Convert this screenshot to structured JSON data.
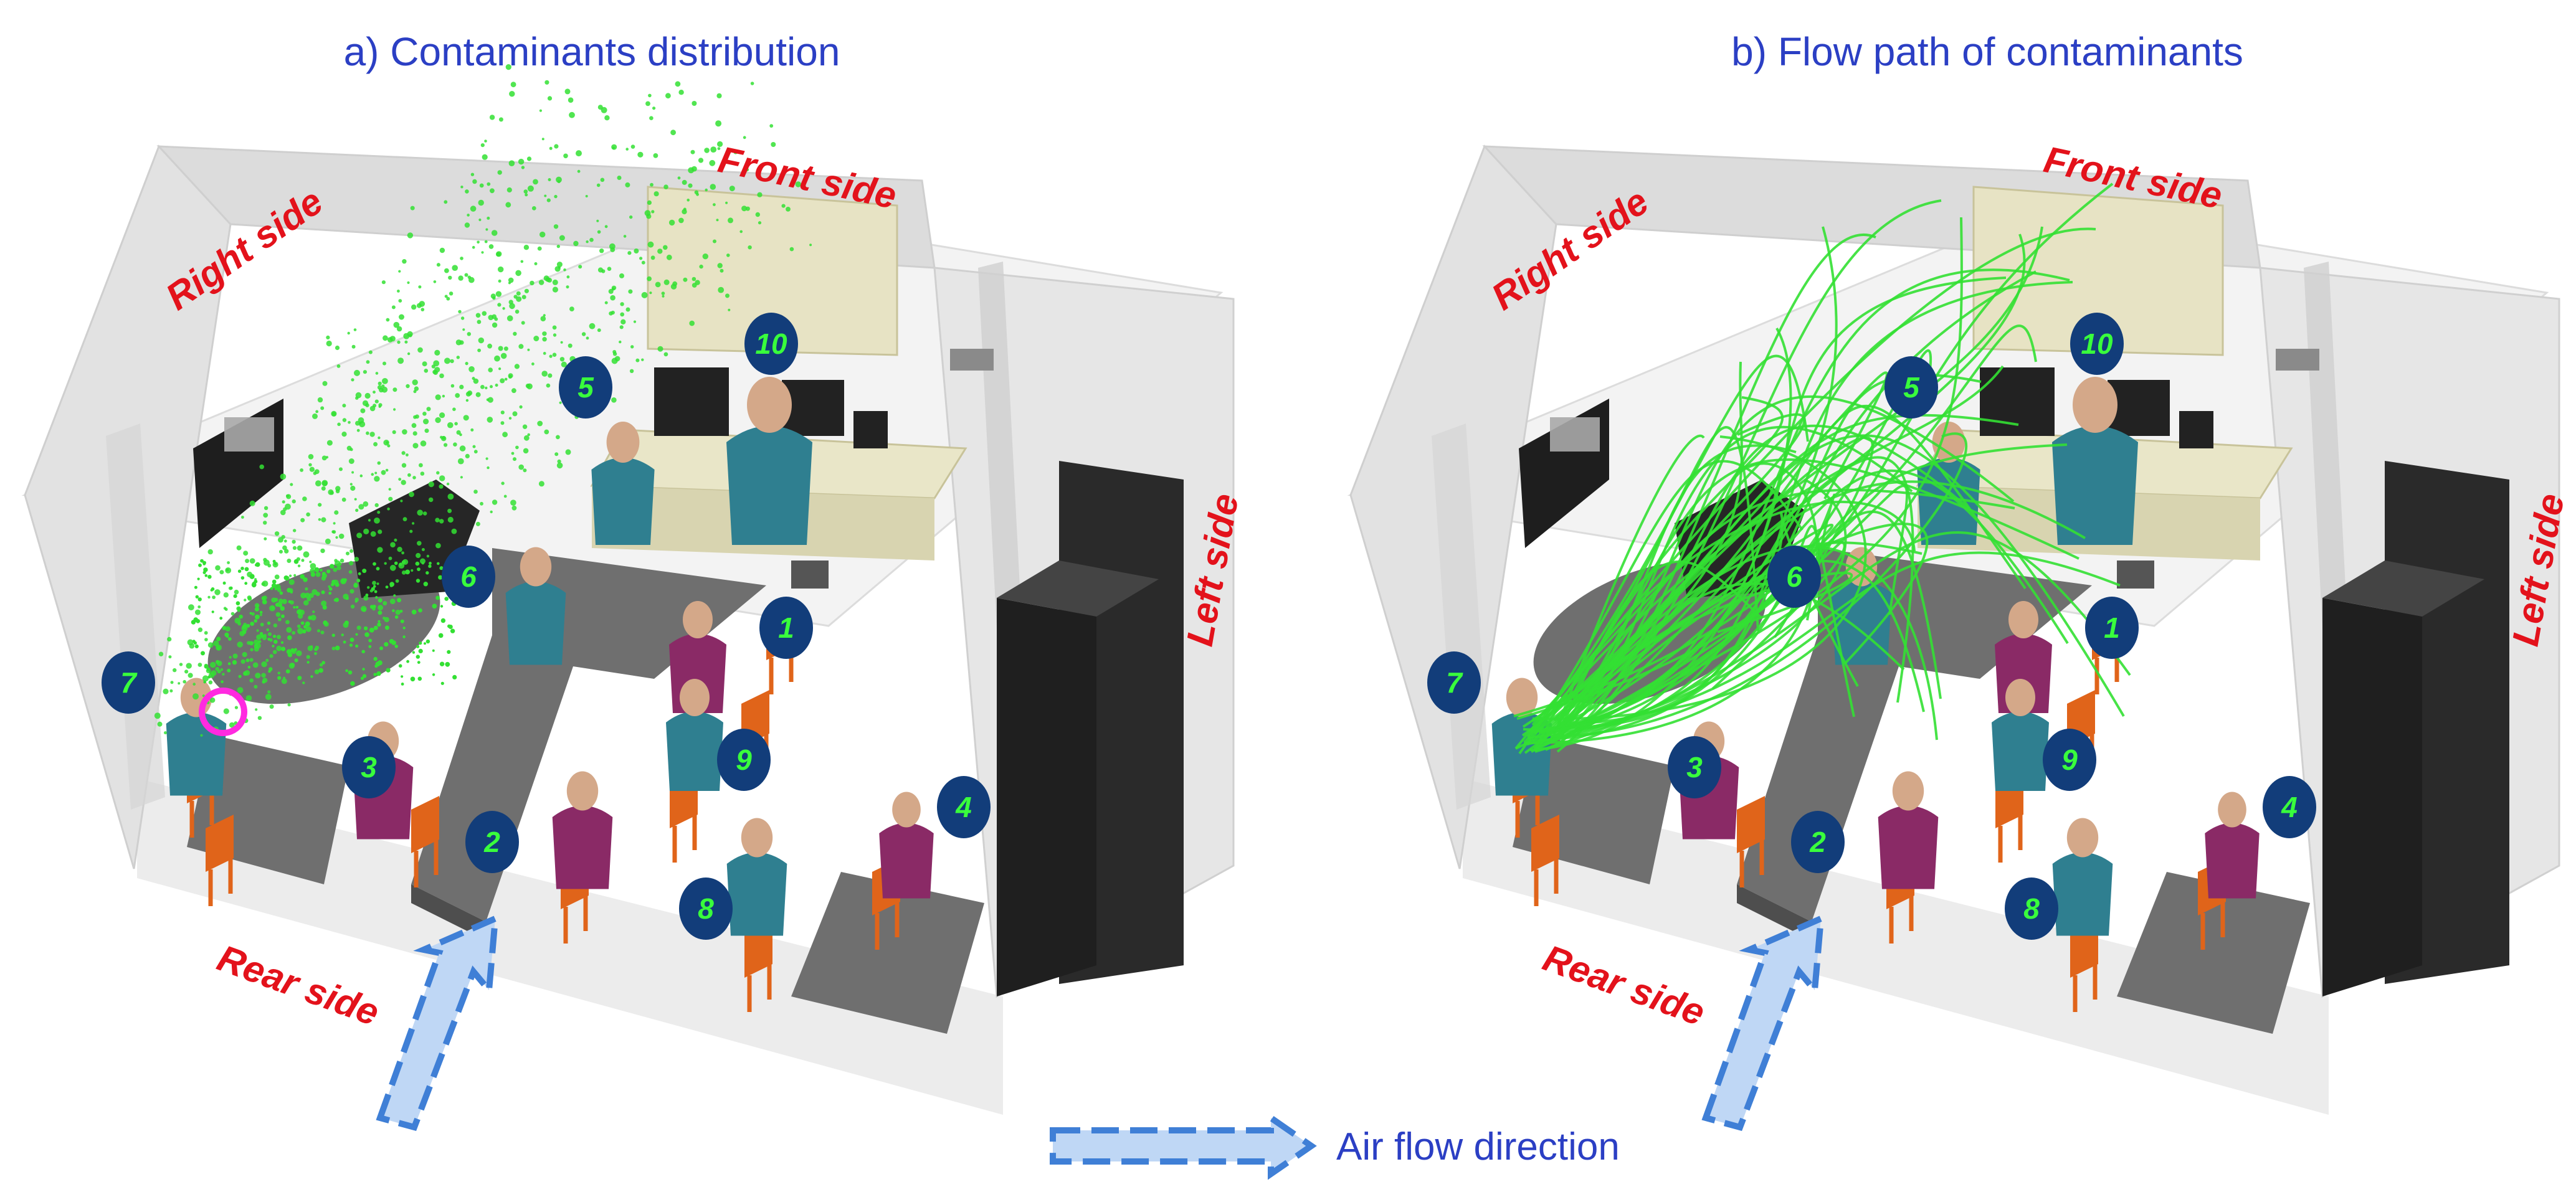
{
  "panels": [
    {
      "id": "a",
      "title": "a) Contaminants distribution",
      "visual": "particles",
      "sides": {
        "right": "Right side",
        "front": "Front side",
        "left": "Left side",
        "rear": "Rear side"
      },
      "occupants": [
        "1",
        "2",
        "3",
        "4",
        "5",
        "6",
        "7",
        "8",
        "9",
        "10"
      ]
    },
    {
      "id": "b",
      "title": "b) Flow path of contaminants",
      "visual": "streamlines",
      "sides": {
        "right": "Right side",
        "front": "Front side",
        "left": "Left side",
        "rear": "Rear side"
      },
      "occupants": [
        "1",
        "2",
        "3",
        "4",
        "5",
        "6",
        "7",
        "8",
        "9",
        "10"
      ]
    }
  ],
  "legend": {
    "label": "Air flow direction",
    "arrow_icon": "dashed-arrow-icon"
  },
  "colors": {
    "title": "#2b3fc4",
    "side_label": "#e3121b",
    "badge_fill": "#123d7a",
    "badge_text": "#39ff3c",
    "contaminant": "#33e033",
    "airflow_arrow": "#3f7fd6",
    "person_teal": "#2f7f90",
    "person_purple": "#8a2a66",
    "chair": "#e0641a",
    "table": "#6f6f6f",
    "cabinet": "#262626",
    "cooler_ring": "#ff2ae0"
  }
}
